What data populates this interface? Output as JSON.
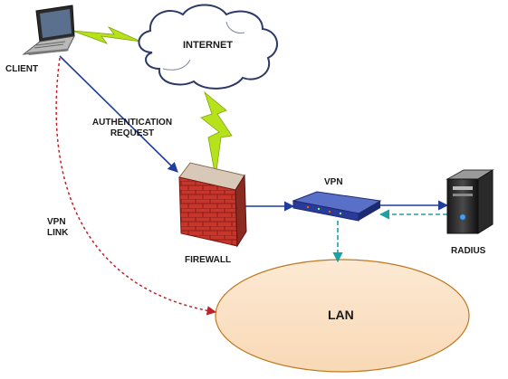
{
  "nodes": {
    "client": "CLIENT",
    "internet": "INTERNET",
    "firewall": "FIREWALL",
    "vpn": "VPN",
    "radius": "RADIUS",
    "lan": "LAN"
  },
  "links": {
    "auth_line1": "AUTHENTICATION",
    "auth_line2": "REQUEST",
    "vpn_link_line1": "VPN",
    "vpn_link_line2": "LINK"
  },
  "colors": {
    "lightning": "#b6e21c",
    "solid_arrow": "#1f3d9e",
    "vpn_link_arrow": "#c0202a",
    "radius_link": "#1aa3a3",
    "lan_fill": "#fbe3c8",
    "lan_stroke": "#c07820",
    "cloud_fill": "#ffffff",
    "cloud_stroke": "#2b3a67",
    "brick": "#c8352b"
  },
  "icons": [
    "laptop-icon",
    "cloud-icon",
    "firewall-icon",
    "vpn-appliance-icon",
    "server-icon"
  ]
}
